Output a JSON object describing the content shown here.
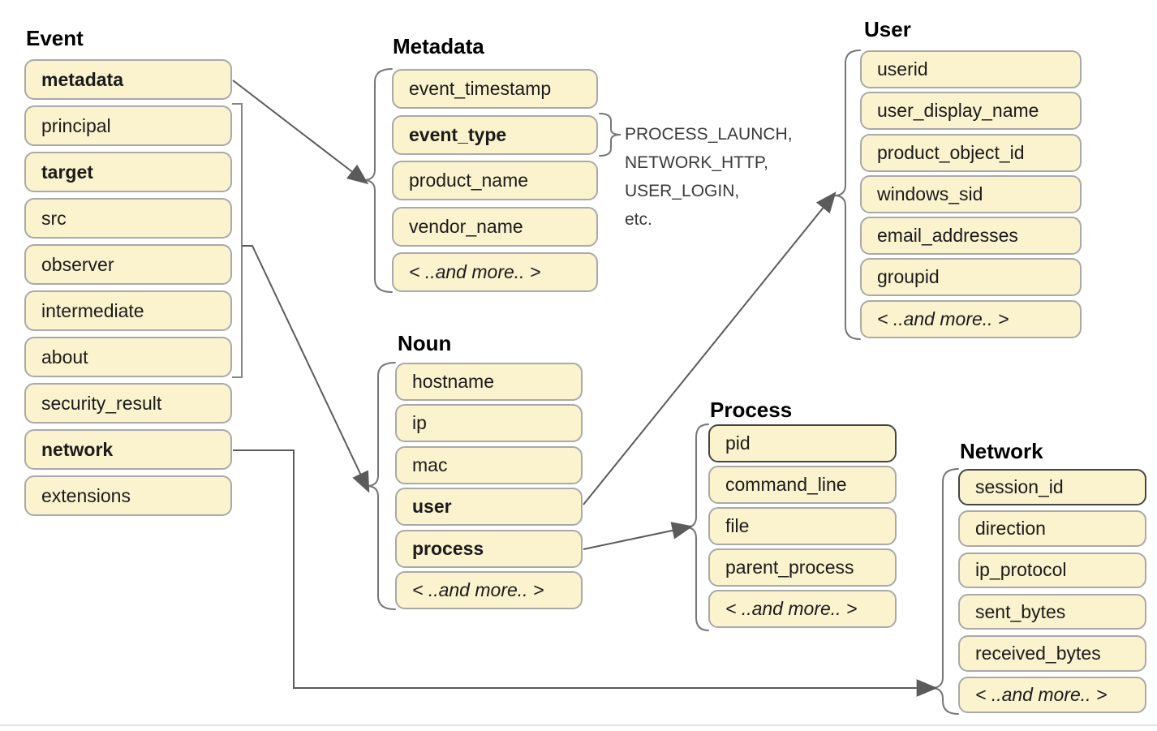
{
  "colors": {
    "box_fill": "#fbf2ce",
    "box_border": "#a9a9a9",
    "box_border_dark": "#454545",
    "connector": "#5b5b5b",
    "brace": "#767676",
    "bracket": "#868686",
    "label_text": "#1b1b1b",
    "annotation_text": "#3a3a3a",
    "divider": "#e3e3e3"
  },
  "groups": {
    "event": {
      "title": "Event",
      "items": [
        {
          "label": "metadata",
          "bold": true
        },
        {
          "label": "principal"
        },
        {
          "label": "target",
          "bold": true
        },
        {
          "label": "src"
        },
        {
          "label": "observer"
        },
        {
          "label": "intermediate"
        },
        {
          "label": "about"
        },
        {
          "label": "security_result"
        },
        {
          "label": "network",
          "bold": true
        },
        {
          "label": "extensions"
        }
      ]
    },
    "metadata": {
      "title": "Metadata",
      "items": [
        {
          "label": "event_timestamp"
        },
        {
          "label": "event_type",
          "bold": true
        },
        {
          "label": "product_name"
        },
        {
          "label": "vendor_name"
        },
        {
          "label": "< ..and more.. >",
          "italic": true
        }
      ]
    },
    "user": {
      "title": "User",
      "items": [
        {
          "label": "userid"
        },
        {
          "label": "user_display_name"
        },
        {
          "label": "product_object_id"
        },
        {
          "label": "windows_sid"
        },
        {
          "label": "email_addresses"
        },
        {
          "label": "groupid"
        },
        {
          "label": "< ..and more.. >",
          "italic": true
        }
      ]
    },
    "noun": {
      "title": "Noun",
      "items": [
        {
          "label": "hostname"
        },
        {
          "label": "ip"
        },
        {
          "label": "mac"
        },
        {
          "label": "user",
          "bold": true
        },
        {
          "label": "process",
          "bold": true
        },
        {
          "label": "< ..and more.. >",
          "italic": true
        }
      ]
    },
    "process": {
      "title": "Process",
      "items": [
        {
          "label": "pid",
          "dark_border": true
        },
        {
          "label": "command_line"
        },
        {
          "label": "file"
        },
        {
          "label": "parent_process"
        },
        {
          "label": "< ..and more.. >",
          "italic": true
        }
      ]
    },
    "network": {
      "title": "Network",
      "items": [
        {
          "label": "session_id",
          "dark_border": true
        },
        {
          "label": "direction"
        },
        {
          "label": "ip_protocol"
        },
        {
          "label": "sent_bytes"
        },
        {
          "label": "received_bytes"
        },
        {
          "label": "< ..and more.. >",
          "italic": true
        }
      ]
    }
  },
  "annotation": {
    "lines": [
      "PROCESS_LAUNCH,",
      "NETWORK_HTTP,",
      "USER_LOGIN,",
      "etc."
    ]
  }
}
